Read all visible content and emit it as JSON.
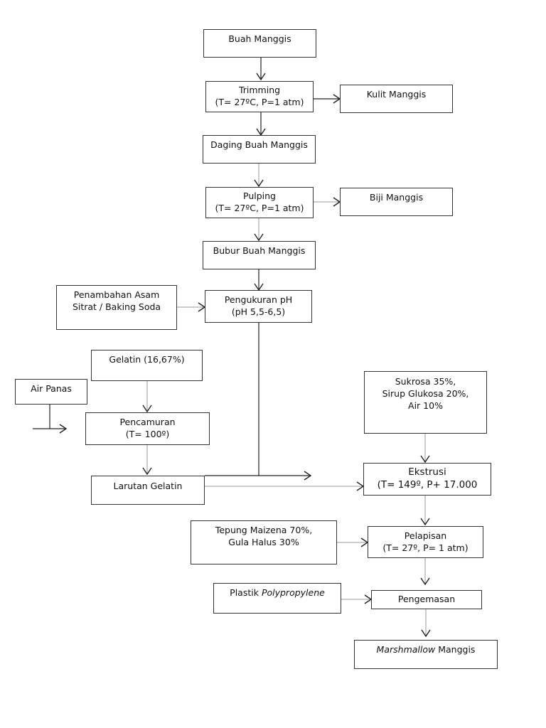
{
  "nodes": {
    "buah_manggis": "Buah Manggis",
    "trimming": {
      "title": "Trimming",
      "cond": "(T= 27ºC, P=1 atm)"
    },
    "kulit_manggis": "Kulit Manggis",
    "daging": "Daging Buah Manggis",
    "pulping": {
      "title": "Pulping",
      "cond": "(T= 27ºC, P=1 atm)"
    },
    "biji_manggis": "Biji Manggis",
    "bubur": "Bubur Buah Manggis",
    "penambahan": {
      "line1": "Penambahan Asam",
      "line2": "Sitrat / Baking Soda"
    },
    "pengukuran": {
      "title": "Pengukuran pH",
      "cond": "(pH 5,5-6,5)"
    },
    "gelatin": "Gelatin (16,67%)",
    "air_panas": "Air Panas",
    "pencamuran": {
      "title": "Pencamuran",
      "cond": "(T= 100º)"
    },
    "larutan_gelatin": "Larutan Gelatin",
    "sukrosa": {
      "line1": "Sukrosa 35%,",
      "line2": "Sirup Glukosa 20%,",
      "line3": "Air 10%"
    },
    "ekstrusi": {
      "title": "Ekstrusi",
      "cond": "(T= 149º, P+ 17.000"
    },
    "tepung": {
      "line1": "Tepung Maizena 70%,",
      "line2": "Gula Halus 30%"
    },
    "pelapisan": {
      "title": "Pelapisan",
      "cond": "(T= 27º, P= 1 atm)"
    },
    "plastik": {
      "prefix": "Plastik ",
      "italic": "Polypropylene"
    },
    "pengemasan": "Pengemasan",
    "marshmallow": {
      "italic": "Marshmallow",
      "suffix": " Manggis"
    }
  }
}
